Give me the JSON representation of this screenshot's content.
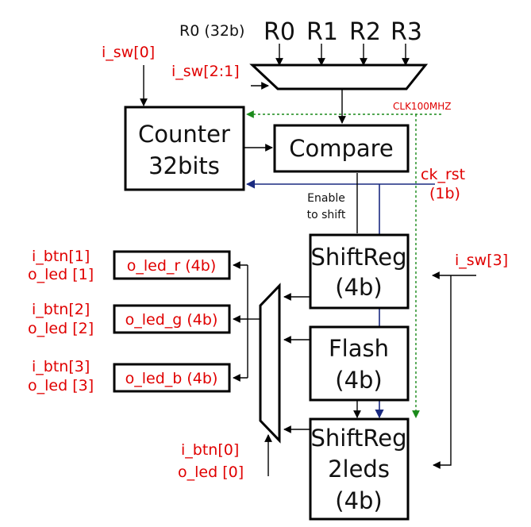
{
  "registers": {
    "title": "R0 (32b)",
    "r0": "R0",
    "r1": "R1",
    "r2": "R2",
    "r3": "R3"
  },
  "signals": {
    "i_sw0": "i_sw[0]",
    "i_sw21": "i_sw[2:1]",
    "clk": "CLK100MHZ",
    "ck_rst_1": "ck_rst",
    "ck_rst_2": "(1b)",
    "i_sw3": "i_sw[3]",
    "enable_1": "Enable",
    "enable_2": "to shift"
  },
  "blocks": {
    "counter_1": "Counter",
    "counter_2": "32bits",
    "compare": "Compare",
    "shiftreg_1": "ShiftReg",
    "shiftreg_2": "(4b)",
    "flash_1": "Flash",
    "flash_2": "(4b)",
    "shiftreg2_1": "ShiftReg",
    "shiftreg2_2": "2leds",
    "shiftreg2_3": "(4b)"
  },
  "outputs": {
    "led_r": "o_led_r (4b)",
    "led_g": "o_led_g (4b)",
    "led_b": "o_led_b (4b)",
    "btn1": "i_btn[1]",
    "oled1": "o_led [1]",
    "btn2": "i_btn[2]",
    "oled2": "o_led [2]",
    "btn3": "i_btn[3]",
    "oled3": "o_led [3]",
    "btn0": "i_btn[0]",
    "oled0": "o_led [0]"
  },
  "colors": {
    "signal_text": "#e00000",
    "reset_wire": "#1a2a80",
    "clock_wire": "#1a8a1a"
  }
}
